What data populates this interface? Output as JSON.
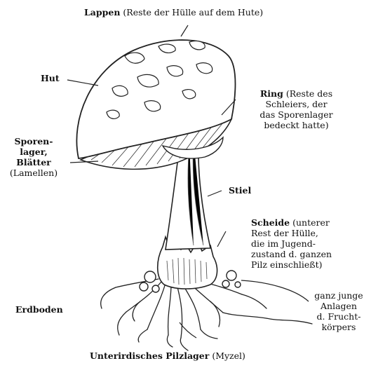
{
  "labels": {
    "lappen": {
      "term": "Lappen",
      "note": "(Reste der Hülle auf dem Hute)"
    },
    "hut": {
      "term": "Hut"
    },
    "ring": {
      "term": "Ring",
      "lines": [
        "(Reste des",
        "Schleiers, der",
        "das Sporenlager",
        "bedeckt hatte)"
      ]
    },
    "sporenlager": {
      "lines": [
        "Sporen-",
        "lager,",
        "Blätter"
      ],
      "note": "(Lamellen)"
    },
    "stiel": {
      "term": "Stiel"
    },
    "scheide": {
      "term": "Scheide",
      "lines": [
        "(unterer",
        "Rest der Hülle,",
        "die im Jugend-",
        "zustand d. ganzen",
        "Pilz einschließt)"
      ]
    },
    "erdboden": {
      "term": "Erdboden"
    },
    "anlagen": {
      "lines": [
        "ganz junge",
        "Anlagen",
        "d. Frucht-",
        "körpers"
      ]
    },
    "myzel": {
      "term": "Unterirdisches Pilzlager",
      "note": "(Myzel)"
    }
  },
  "colors": {
    "ink": "#111111",
    "paper": "#ffffff",
    "stroke": "#222222"
  }
}
